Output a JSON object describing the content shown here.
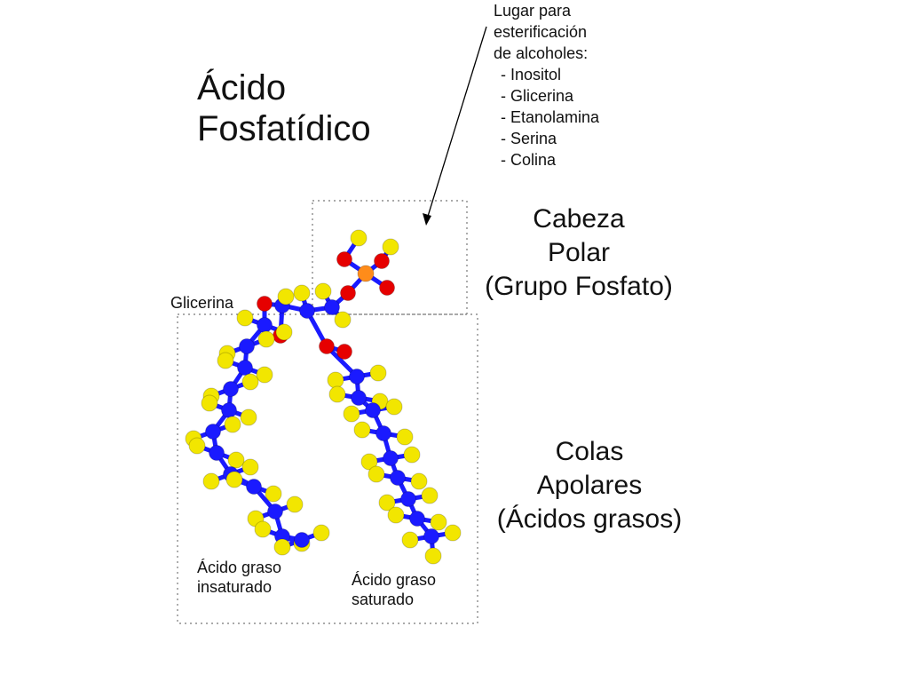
{
  "title": {
    "line1": "Ácido",
    "line2": "Fosfatídico"
  },
  "esterification_note": {
    "lines": [
      "Lugar para",
      "esterificación",
      "de alcoholes:"
    ],
    "items": [
      "- Inositol",
      "- Glicerina",
      "- Etanolamina",
      "- Serina",
      "- Colina"
    ]
  },
  "polar_head": {
    "lines": [
      "Cabeza",
      "Polar",
      "(Grupo Fosfato)"
    ]
  },
  "apolar_tails": {
    "lines": [
      "Colas",
      "Apolares",
      "(Ácidos grasos)"
    ]
  },
  "glycerol_label": "Glicerina",
  "unsaturated_label": {
    "line1": "Ácido graso",
    "line2": "insaturado"
  },
  "saturated_label": {
    "line1": "Ácido graso",
    "line2": "saturado"
  },
  "atom_colors": {
    "carbon": "#1a1aff",
    "hydrogen": "#f2e600",
    "oxygen": "#e60000",
    "phosphorus": "#ff8c1a"
  }
}
